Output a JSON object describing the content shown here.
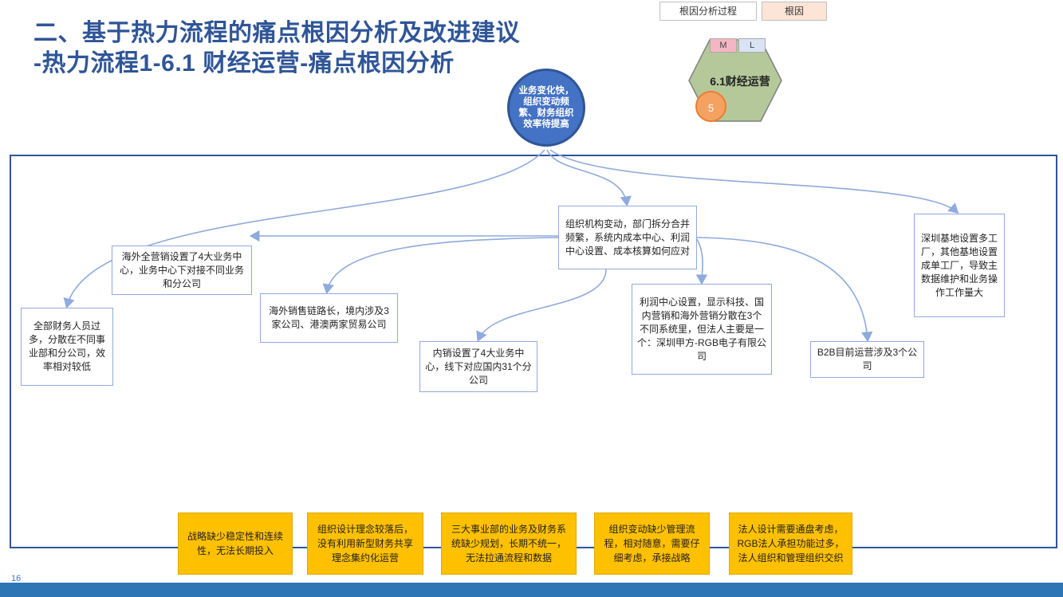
{
  "title": {
    "line1": "二、基于热力流程的痛点根因分析及改进建议",
    "line2": "-热力流程1-6.1 财经运营-痛点根因分析"
  },
  "legend": {
    "process": "根因分析过程",
    "root_cause": "根因"
  },
  "badge": {
    "tag_m": "M",
    "tag_l": "L",
    "label": "6.1财经运营",
    "number": "5"
  },
  "root_node": "业务变化快，组织变动频繁、财务组织效率待提高",
  "nodes": {
    "org_change": "组织机构变动，部门拆分合并频繁，系统内成本中心、利润中心设置、成本核算如何应对",
    "shenzhen": "深圳基地设置多工厂，其他基地设置成单工厂，导致主数据维护和业务操作工作量大",
    "overseas_marketing": "海外全营销设置了4大业务中心，业务中心下对接不同业务和分公司",
    "overseas_sales_chain": "海外销售链路长，境内涉及3家公司、港澳两家贸易公司",
    "profit_center": "利润中心设置，显示科技、国内营销和海外营销分散在3个不同系统里，但法人主要是一个：深圳甲方-RGB电子有限公司",
    "finance_staff": "全部财务人员过多，分散在不同事业部和分公司，效率相对较低",
    "domestic_sales": "内销设置了4大业务中心，线下对应国内31个分公司",
    "b2b": "B2B目前运营涉及3个公司"
  },
  "root_causes": [
    "战略缺少稳定性和连续性，无法长期投入",
    "组织设计理念较落后，没有利用新型财务共享理念集约化运营",
    "三大事业部的业务及财务系统缺少规划，长期不统一，无法拉通流程和数据",
    "组织变动缺少管理流程，相对随意，需要仔细考虑，承接战略",
    "法人设计需要通盘考虑， RGB法人承担功能过多，法人组织和管理组织交织"
  ],
  "page_number": "16",
  "colors": {
    "title": "#2f5597",
    "root": "#4472c4",
    "cause": "#ffc000",
    "line": "#8faadc"
  }
}
